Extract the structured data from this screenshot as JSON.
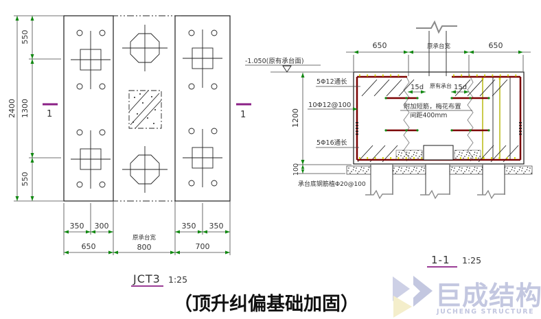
{
  "title": "（顶升纠偏基础加固）",
  "plan": {
    "label": "JCT3",
    "scale": "1:25",
    "section_mark": "1",
    "dims": {
      "total_height": "2400",
      "seg_top": "550",
      "seg_mid": "1300",
      "seg_bottom": "550",
      "left_a": "350",
      "left_b": "300",
      "left_total": "650",
      "cap_label": "原承台宽",
      "cap_width": "800",
      "right_a": "350",
      "right_b": "350",
      "right_total": "700"
    }
  },
  "section": {
    "label": "1-1",
    "scale": "1:25",
    "dims": {
      "left_650": "650",
      "cap_label": "原承台宽",
      "right_650": "650",
      "height": "1200",
      "toe": "100"
    },
    "elevation": "-1.050(原有承台面)",
    "notes": {
      "top_bars": "5Φ12通长",
      "side_bars": "10Φ12@100",
      "bottom_bars": "5Φ16通长",
      "anchor_bars": "承台底钢筋植Φ20@100",
      "lap_left": "15d",
      "lap_right": "15d",
      "existing_cap": "原有承台",
      "extra_bars_1": "附加短筋，梅花布置",
      "extra_bars_2": "间距400mm"
    }
  },
  "logo": {
    "cn": "巨成结构",
    "en": "JUCHENG STRUCTURE"
  },
  "colors": {
    "rebar": "#7a0101",
    "section_mark": "#8b2086",
    "dim_arrow": "#118811",
    "stirrup_dot": "#cfcf00",
    "logo_main": "#c3c7e0",
    "logo_accent": "#f4eecb"
  }
}
